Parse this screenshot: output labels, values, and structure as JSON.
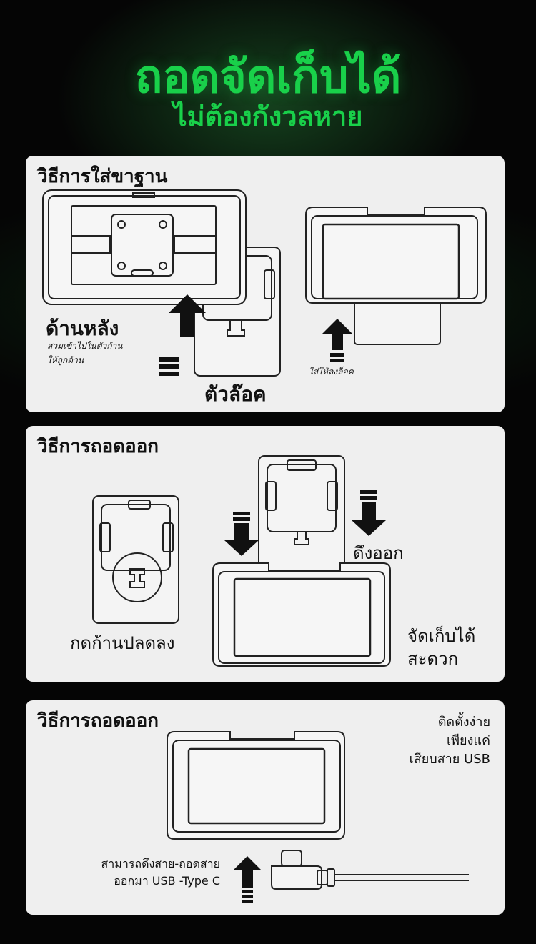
{
  "header": {
    "title": "ถอดจัดเก็บได้",
    "subtitle": "ไม่ต้องกังวลหาย"
  },
  "panel1": {
    "title": "วิธีการใส่ขาฐาน",
    "back_label": "ด้านหลัง",
    "back_note_line1": "สวมเข้าไปในตัวก้าน",
    "back_note_line2": "ให้ถูกด้าน",
    "lock_label": "ตัวล๊อค",
    "insert_note": "ใส่ให้ลงล็อค"
  },
  "panel2": {
    "title": "วิธีการถอดออก",
    "press_label": "กดก้านปลดลง",
    "pull_label": "ดึงออก",
    "store_line1": "จัดเก็บได้",
    "store_line2": "สะดวก"
  },
  "panel3": {
    "title": "วิธีการถอดออก",
    "easy_line1": "ติดตั้งง่าย",
    "easy_line2": "เพียงแค่",
    "easy_line3": "เสียบสาย USB",
    "cable_line1": "สามารถดึงสาย-ถอดสาย",
    "cable_line2": "ออกมา USB -Type C"
  },
  "colors": {
    "accent": "#19d04a",
    "background": "#050505",
    "panel": "#efefef",
    "ink": "#111111"
  }
}
